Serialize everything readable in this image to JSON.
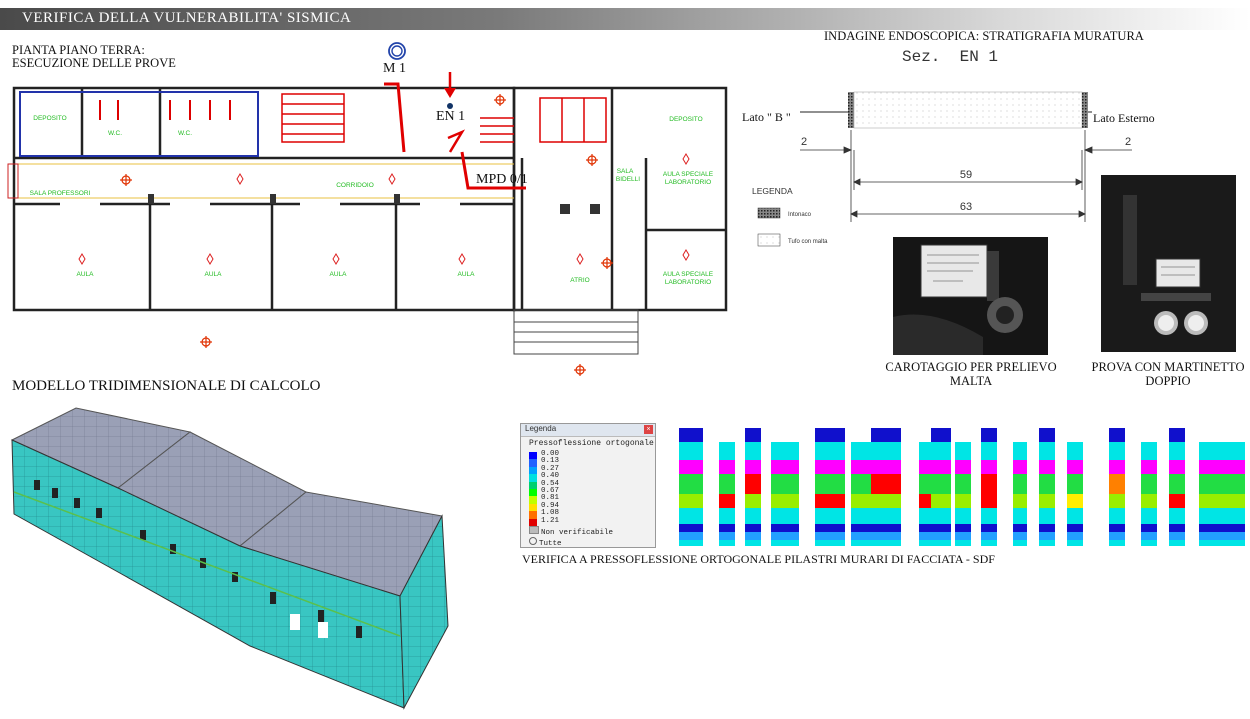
{
  "header": {
    "title": "VERIFICA DELLA VULNERABILITA' SISMICA"
  },
  "plan": {
    "title_line1": "PIANTA PIANO TERRA:",
    "title_line2": "ESECUZIONE DELLE PROVE",
    "markers": {
      "m1": "M 1",
      "en1": "EN 1",
      "mpd": "MPD 0/1"
    },
    "rooms": {
      "deposito_left": "DEPOSITO",
      "wc1": "W.C.",
      "wc2": "W.C.",
      "sala_professori": "SALA PROFESSORI",
      "corridoio": "CORRIDOIO",
      "aula1": "AULA",
      "aula2": "AULA",
      "aula3": "AULA",
      "aula4": "AULA",
      "atrio": "ATRIO",
      "deposito_right": "DEPOSITO",
      "sala_bidelli_1": "SALA",
      "sala_bidelli_2": "BIDELLI",
      "aula_speciale_1a": "AULA SPECIALE",
      "aula_speciale_1b": "LABORATORIO",
      "aula_speciale_2a": "AULA SPECIALE",
      "aula_speciale_2b": "LABORATORIO"
    }
  },
  "endoscopy": {
    "title": "INDAGINE ENDOSCOPICA: STRATIGRAFIA MURATURA",
    "section": "Sez.  EN 1",
    "lato_b": "Lato \" B \"",
    "lato_esterno": "Lato Esterno",
    "dim_left": "2",
    "dim_right": "2",
    "dim_inner": "59",
    "dim_total": "63",
    "legend_title": "LEGENDA",
    "legend_item1": "Intonaco",
    "legend_item2": "Tufo con malta"
  },
  "photos": {
    "caption1_line1": "CAROTAGGIO PER PRELIEVO",
    "caption1_line2": "MALTA",
    "caption2_line1": "PROVA CON MARTINETTO",
    "caption2_line2": "DOPPIO"
  },
  "model": {
    "title": "MODELLO TRIDIMENSIONALE DI CALCOLO"
  },
  "verifica": {
    "caption": "VERIFICA A PRESSOFLESSIONE ORTOGONALE PILASTRI MURARI DI FACCIATA - SDF",
    "legend_window_title": "Legenda",
    "legend_heading": "Pressoflessione ortogonale",
    "legend_values": [
      "0.00",
      "0.13",
      "0.27",
      "0.40",
      "0.54",
      "0.67",
      "0.81",
      "0.94",
      "1.08",
      "1.21"
    ],
    "legend_colors": [
      "#0000ff",
      "#2060ff",
      "#00a0ff",
      "#00e0e0",
      "#00d070",
      "#00ff00",
      "#c0ff00",
      "#ffe000",
      "#ff7000",
      "#e00000"
    ],
    "legend_nv": "Non verificabile",
    "legend_all": "Tutte"
  },
  "colors": {
    "magenta": "#ff00ff",
    "cyan": "#00e5e5",
    "green": "#22dd44",
    "lime": "#99ee00",
    "red": "#ff0000",
    "blue": "#1010cc",
    "sky": "#22a0ff",
    "orange": "#ff8000",
    "yellow": "#ffee00"
  }
}
